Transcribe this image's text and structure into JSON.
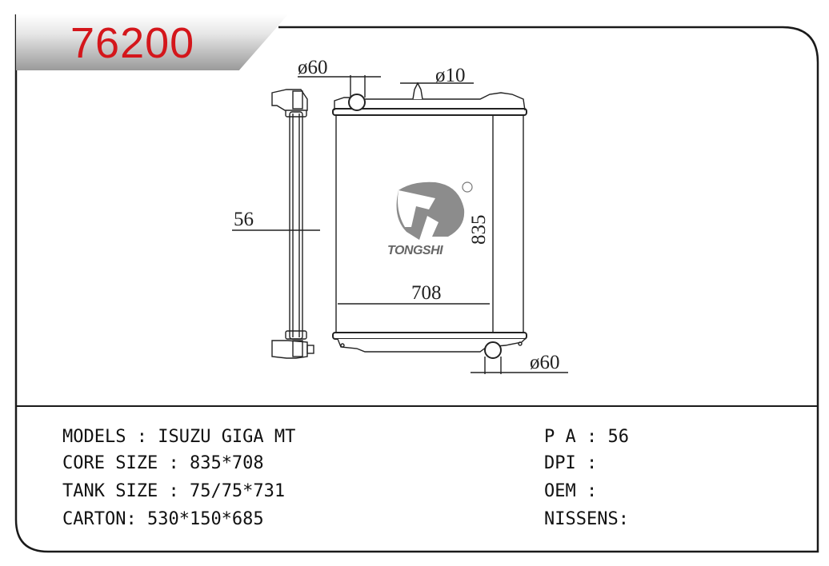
{
  "part_number": "76200",
  "logo_text": "TONGSHI",
  "drawing": {
    "dim_inlet_top": "ø60",
    "dim_small_top": "ø10",
    "dim_core_height": "835",
    "dim_core_width": "708",
    "dim_outlet_bottom": "ø60",
    "dim_thickness": "56"
  },
  "specs_left": [
    {
      "label": "MODELS : ",
      "value": "ISUZU GIGA MT"
    },
    {
      "label": "CORE SIZE : ",
      "value": "835*708"
    },
    {
      "label": "TANK SIZE : ",
      "value": "75/75*731"
    },
    {
      "label": "CARTON: ",
      "value": "530*150*685"
    }
  ],
  "specs_right": [
    {
      "label": "P A : ",
      "value": "56"
    },
    {
      "label": "DPI : ",
      "value": ""
    },
    {
      "label": "OEM : ",
      "value": ""
    },
    {
      "label": "NISSENS:",
      "value": ""
    }
  ],
  "colors": {
    "part_number": "#d4161b",
    "line": "#222222",
    "logo": "#7a7a7a"
  }
}
